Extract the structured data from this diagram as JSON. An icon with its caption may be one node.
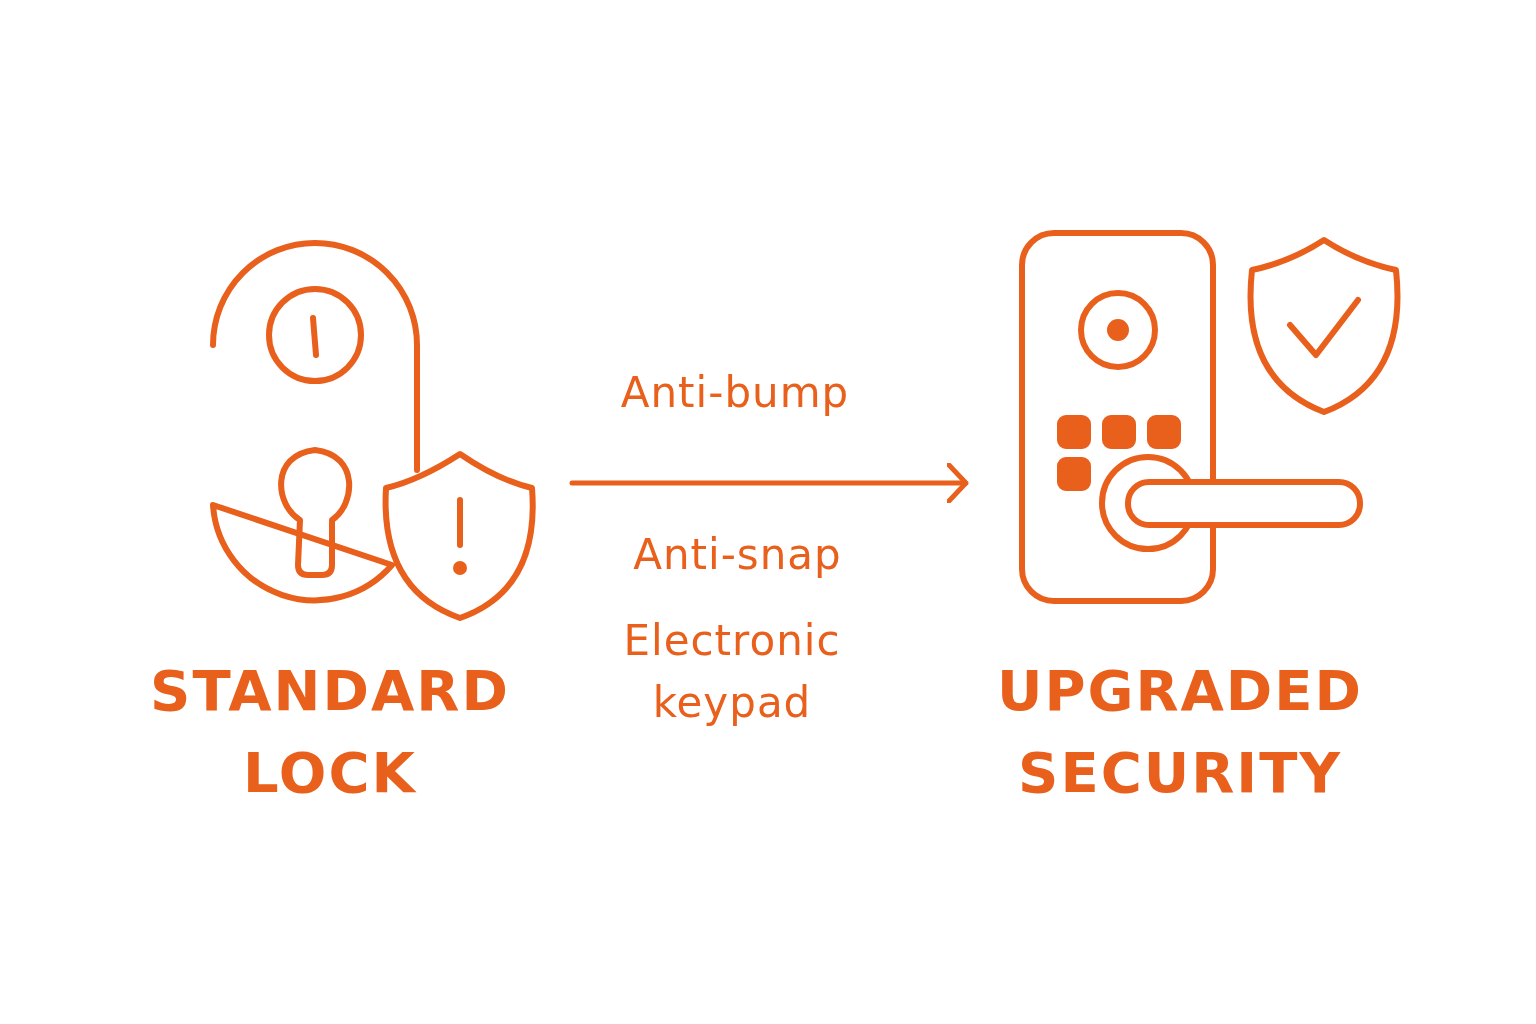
{
  "diagram": {
    "nodes": [
      {
        "text": [
          "STANDARD LOCK"
        ]
      },
      {
        "text": [
          "UPGRADED SECURITY"
        ]
      }
    ],
    "edges": [
      {
        "from": 0,
        "to": 1,
        "arrow": "to"
      }
    ],
    "labels": [
      "Anti-bump",
      "Anti-snap",
      "Electronic keypad"
    ]
  }
}
